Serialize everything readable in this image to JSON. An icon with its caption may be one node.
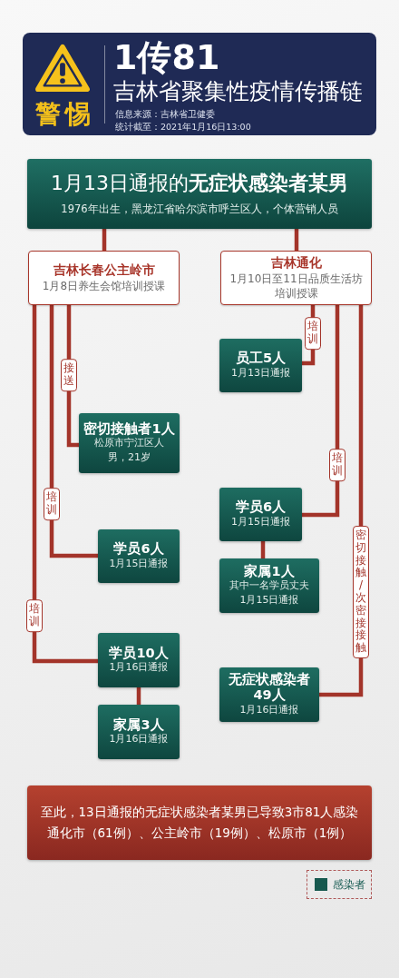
{
  "diagram": {
    "title": "吉林省聚集性疫情传播链",
    "nodes": [
      {
        "text": [
          "1月13日通报的**无症状感染者某男**",
          "1976年出生，黑龙江省哈尔滨市呼兰区人，个体营销人员"
        ]
      },
      {
        "text": [
          "吉林长春公主岭市",
          "1月8日养生会馆培训授课"
        ]
      },
      {
        "text": [
          "吉林通化",
          "1月10日至11日品质生活坊培训授课"
        ]
      },
      {
        "text": [
          "员工5人",
          "1月13日通报"
        ]
      },
      {
        "text": [
          "密切接触者1人",
          "松原市宁江区人",
          "男，21岁"
        ]
      },
      {
        "text": [
          "学员6人",
          "1月15日通报"
        ]
      },
      {
        "text": [
          "学员6人",
          "1月15日通报"
        ]
      },
      {
        "text": [
          "家属1人",
          "其中一名学员丈夫",
          "1月15日通报"
        ]
      },
      {
        "text": [
          "学员10人",
          "1月16日通报"
        ]
      },
      {
        "text": [
          "无症状感染者49人",
          "1月16日通报"
        ]
      },
      {
        "text": [
          "家属3人",
          "1月16日通报"
        ]
      },
      {
        "text": [
          "至此，13日通报的无症状感染者某男已导致3市81人感染",
          "通化市（61例）、公主岭市（19例）、松原市（1例）"
        ]
      }
    ],
    "edges": [
      {
        "from": 0,
        "to": 1,
        "arrow": "none"
      },
      {
        "from": 0,
        "to": 2,
        "arrow": "none"
      },
      {
        "from": 1,
        "to": 4,
        "arrow": "none",
        "label": "接送"
      },
      {
        "from": 1,
        "to": 6,
        "arrow": "none",
        "label": "培训"
      },
      {
        "from": 1,
        "to": 8,
        "arrow": "none",
        "label": "培训"
      },
      {
        "from": 2,
        "to": 3,
        "arrow": "none",
        "label": "培训"
      },
      {
        "from": 2,
        "to": 5,
        "arrow": "none",
        "label": "培训"
      },
      {
        "from": 2,
        "to": 9,
        "arrow": "none",
        "label": "密切接触/次密接接触"
      },
      {
        "from": 5,
        "to": 7,
        "arrow": "none"
      },
      {
        "from": 8,
        "to": 10,
        "arrow": "none"
      }
    ],
    "labels": [
      "警惕",
      "1传81",
      "信息来源：吉林省卫健委",
      "统计截至：2021年1月16日13:00"
    ],
    "legend": [
      {
        "text": "感染者",
        "color": "#17594f"
      }
    ]
  }
}
